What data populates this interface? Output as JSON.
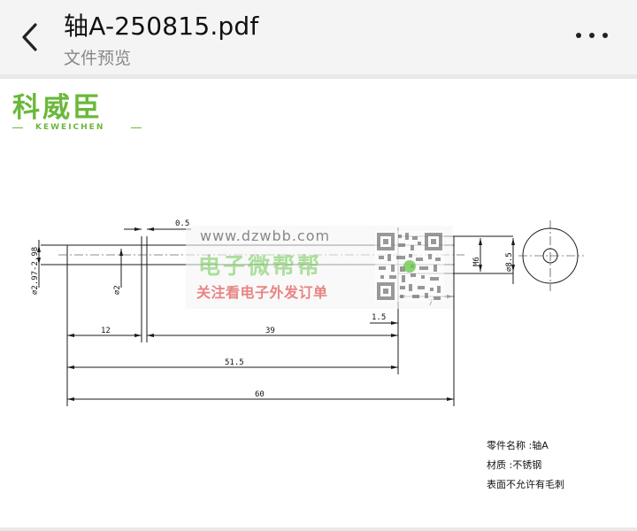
{
  "header": {
    "title": "轴A-250815.pdf",
    "subtitle": "文件预览"
  },
  "logo": {
    "name_cn": "科威臣",
    "name_en": "KEWEICHEN"
  },
  "drawing": {
    "dimensions": {
      "d0_5": "0.5",
      "tol_dia": "⌀2.97-2.98",
      "dia2": "⌀2",
      "m6": "M6",
      "dia8_5": "⌀8.5",
      "d7": "7",
      "d1_5": "1.5",
      "d12": "12",
      "d39": "39",
      "d51_5": "51.5",
      "d60": "60"
    }
  },
  "watermark": {
    "url": "www.dzwbb.com",
    "name": "电子微帮帮",
    "slogan": "关注看电子外发订单"
  },
  "notes": {
    "part_name": "零件名称 :轴A",
    "material": "材质 :不锈钢",
    "surface": "表面不允许有毛刺"
  }
}
